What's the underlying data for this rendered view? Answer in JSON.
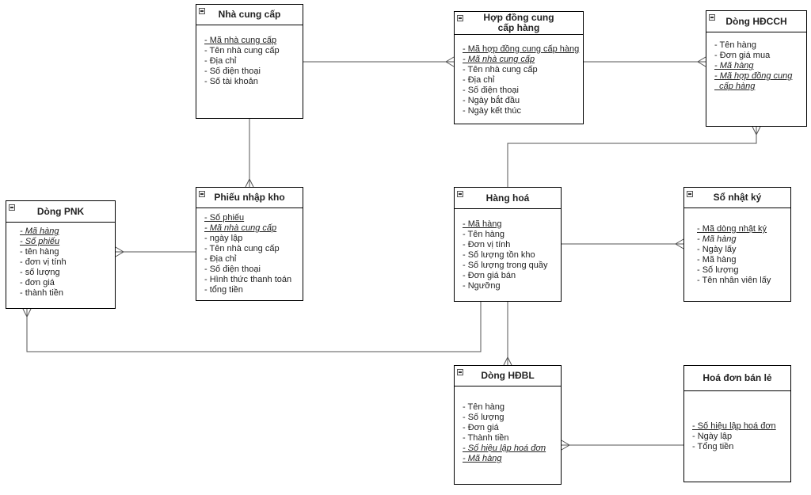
{
  "entities": {
    "nha_cung_cap": {
      "title": "Nhà cung cấp",
      "attrs": [
        "- Mã nhà cung cấp",
        "- Tên nhà cung cấp",
        "- Địa chỉ",
        "- Số điện thoại",
        "- Số tài khoản"
      ]
    },
    "hop_dong": {
      "title": "Hợp đồng cung cấp hàng",
      "attrs": [
        "- Mã hợp đồng cung cấp hàng",
        "- Mã nhà cung cấp",
        "- Tên nhà cung cấp",
        "- Địa chỉ",
        "- Số điện thoại",
        "- Ngày bắt đầu",
        "- Ngày kết thúc"
      ]
    },
    "dong_hdcch": {
      "title": "Dòng HĐCCH",
      "attrs": [
        "- Tên hàng",
        "- Đơn giá mua",
        "- Mã hàng",
        "- Mã hợp đồng cung",
        "  cấp hàng"
      ]
    },
    "phieu_nhap_kho": {
      "title": "Phiếu nhập kho",
      "attrs": [
        "- Số phiếu",
        "- Mã nhà cung cấp",
        "- ngày lập",
        "- Tên nhà cung cấp",
        "- Địa chỉ",
        "- Số điện thoại",
        "- Hình thức thanh toán",
        "- tổng tiền"
      ]
    },
    "dong_pnk": {
      "title": "Dòng PNK",
      "attrs": [
        "- Mã hàng",
        "- Số phiếu",
        "- tên hàng",
        "- đơn vị tính",
        "- số lượng",
        "- đơn giá",
        "- thành tiền"
      ]
    },
    "hang_hoa": {
      "title": "Hàng hoá",
      "attrs": [
        "- Mã hàng",
        "- Tên hàng",
        "- Đơn vị tính",
        "- Số lượng tồn kho",
        "- Số lượng trong quầy",
        "- Đơn giá bán",
        "- Ngưỡng"
      ]
    },
    "so_nhat_ky": {
      "title": "Sổ nhật ký",
      "attrs": [
        "- Mã dòng nhật ký",
        "- Mã hàng",
        "- Ngày lấy",
        "- Mã hàng",
        "- Số lượng",
        "- Tên nhân viên lấy"
      ]
    },
    "dong_hdbl": {
      "title": "Dòng HĐBL",
      "attrs": [
        "- Tên hàng",
        "- Số lượng",
        "- Đơn giá",
        "- Thành tiền",
        "- Số hiệu lập hoá đơn",
        "- Mã hàng"
      ]
    },
    "hoa_don_ban_le": {
      "title": "Hoá đơn bán lẻ",
      "attrs": [
        "- Số hiệu lập hoá đơn",
        "- Ngày lập",
        "- Tổng tiền"
      ]
    }
  },
  "colors": {
    "line": "#555555",
    "border": "#000000",
    "text": "#222222"
  }
}
